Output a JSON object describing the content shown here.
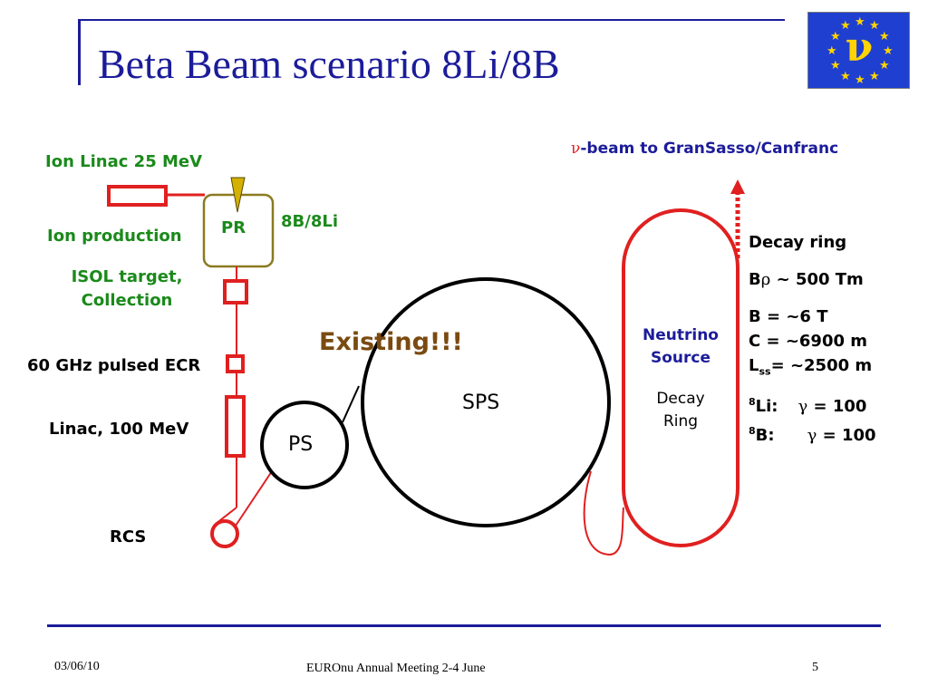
{
  "slide": {
    "title": "Beta Beam scenario 8Li/8B",
    "logo_letter": "ν",
    "footer": {
      "date": "03/06/10",
      "center": "EUROnu Annual Meeting 2-4  June",
      "page": "5"
    }
  },
  "diagram": {
    "ion_linac": "Ion Linac 25 MeV",
    "ion_production": "Ion production",
    "pr": "PR",
    "isotopes": "8B/8Li",
    "isol_line1": "ISOL target,",
    "isol_line2": "Collection",
    "ecr": "60 GHz pulsed ECR",
    "linac": "Linac, 100 MeV",
    "rcs": "RCS",
    "ps": "PS",
    "sps": "SPS",
    "existing": "Existing!!!",
    "beam_symbol": "ν",
    "beam_text": "-beam to GranSasso/Canfranc",
    "neutrino_source_1": "Neutrino",
    "neutrino_source_2": "Source",
    "decay_ring_1": "Decay",
    "decay_ring_2": "Ring"
  },
  "parameters": {
    "decay_ring": "Decay ring",
    "brho_b": "B",
    "brho_rho": "ρ",
    "brho_value": " ~ 500 Tm",
    "b_field": "B = ~6 T",
    "circumference": "C = ~6900 m",
    "lss_l": "L",
    "lss_sub": "ss",
    "lss_value": "= ~2500 m",
    "li_mass": "8",
    "li_label": "Li:",
    "li_gamma_symbol": "γ",
    "li_gamma_value": " = 100",
    "b_mass": "8",
    "b_label": "B:",
    "b_gamma_symbol": "γ",
    "b_gamma_value": " = 100"
  },
  "colors": {
    "title": "#1c1c9a",
    "green_labels": "#1a8a1a",
    "red_elements": "#e02020",
    "existing": "#7a4a10",
    "pr_box": "#8a7a20",
    "rule": "#1c1c9a"
  }
}
